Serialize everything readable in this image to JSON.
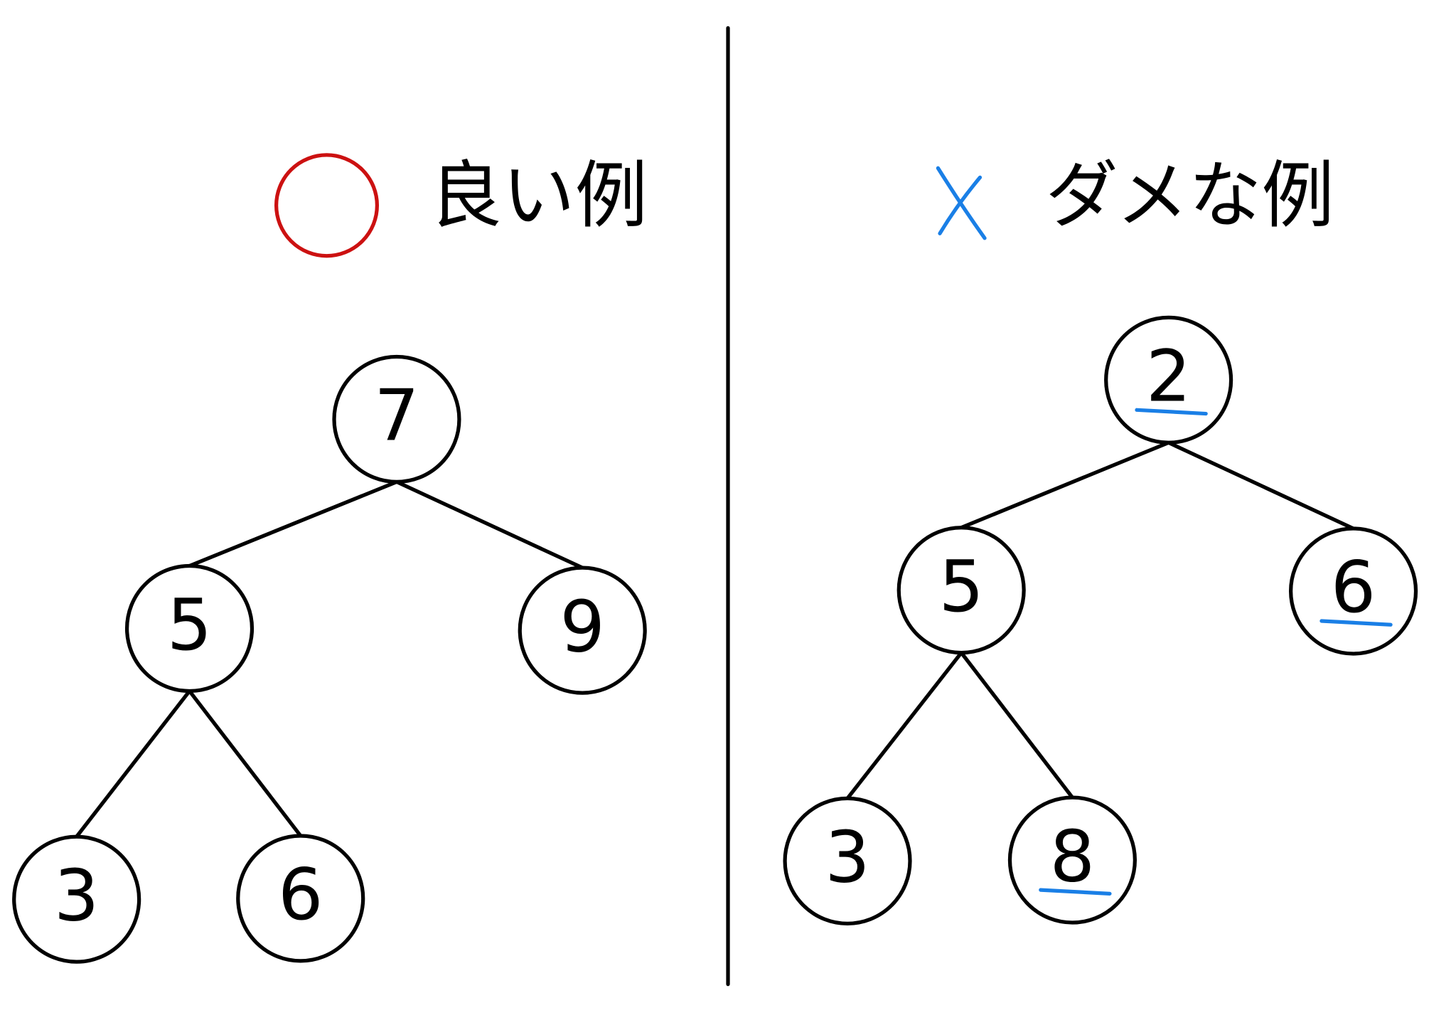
{
  "left": {
    "mark": "○",
    "mark_color": "#cc1111",
    "title": "良い例",
    "nodes": [
      {
        "id": "l7",
        "value": "7"
      },
      {
        "id": "l5",
        "value": "5"
      },
      {
        "id": "l9",
        "value": "9"
      },
      {
        "id": "l3",
        "value": "3"
      },
      {
        "id": "l6",
        "value": "6"
      }
    ],
    "edges": [
      [
        "l7",
        "l5"
      ],
      [
        "l7",
        "l9"
      ],
      [
        "l5",
        "l3"
      ],
      [
        "l5",
        "l6"
      ]
    ]
  },
  "right": {
    "mark": "×",
    "mark_color": "#1a7fe6",
    "title": "ダメな例",
    "nodes": [
      {
        "id": "r2",
        "value": "2",
        "underlined": true
      },
      {
        "id": "r5",
        "value": "5"
      },
      {
        "id": "r6",
        "value": "6",
        "underlined": true
      },
      {
        "id": "r3",
        "value": "3"
      },
      {
        "id": "r8",
        "value": "8",
        "underlined": true
      }
    ],
    "edges": [
      [
        "r2",
        "r5"
      ],
      [
        "r2",
        "r6"
      ],
      [
        "r5",
        "r3"
      ],
      [
        "r5",
        "r8"
      ]
    ]
  },
  "underline_color": "#1a7fe6"
}
